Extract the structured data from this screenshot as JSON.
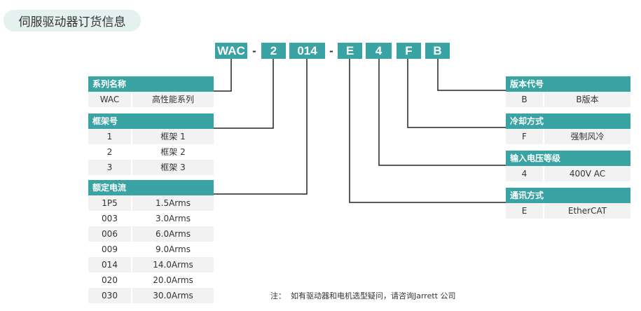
{
  "title": "伺服驱动器订货信息",
  "code_segments": [
    "WAC",
    "2",
    "014",
    "E",
    "4",
    "F",
    "B"
  ],
  "separator": "-",
  "tables": {
    "series": {
      "header": "系列名称",
      "rows": [
        [
          "WAC",
          "高性能系列"
        ]
      ]
    },
    "frame": {
      "header": "框架号",
      "rows": [
        [
          "1",
          "框架 1"
        ],
        [
          "2",
          "框架 2"
        ],
        [
          "3",
          "框架 3"
        ]
      ]
    },
    "current": {
      "header": "额定电流",
      "rows": [
        [
          "1P5",
          "1.5Arms"
        ],
        [
          "003",
          "3.0Arms"
        ],
        [
          "006",
          "6.0Arms"
        ],
        [
          "009",
          "9.0Arms"
        ],
        [
          "014",
          "14.0Arms"
        ],
        [
          "020",
          "20.0Arms"
        ],
        [
          "030",
          "30.0Arms"
        ]
      ]
    },
    "version": {
      "header": "版本代号",
      "rows": [
        [
          "B",
          "B版本"
        ]
      ]
    },
    "cooling": {
      "header": "冷却方式",
      "rows": [
        [
          "F",
          "强制风冷"
        ]
      ]
    },
    "voltage": {
      "header": "输入电压等级",
      "rows": [
        [
          "4",
          "400V AC"
        ]
      ]
    },
    "comm": {
      "header": "通讯方式",
      "rows": [
        [
          "E",
          "EtherCAT"
        ]
      ]
    }
  },
  "note": "注：  如有驱动器和电机选型疑问，请咨询Jarrett 公司",
  "colors": {
    "accent": "#3aa3a3",
    "pill": "#e4f1ef",
    "row": "#f2f2f2",
    "line": "#222222"
  }
}
